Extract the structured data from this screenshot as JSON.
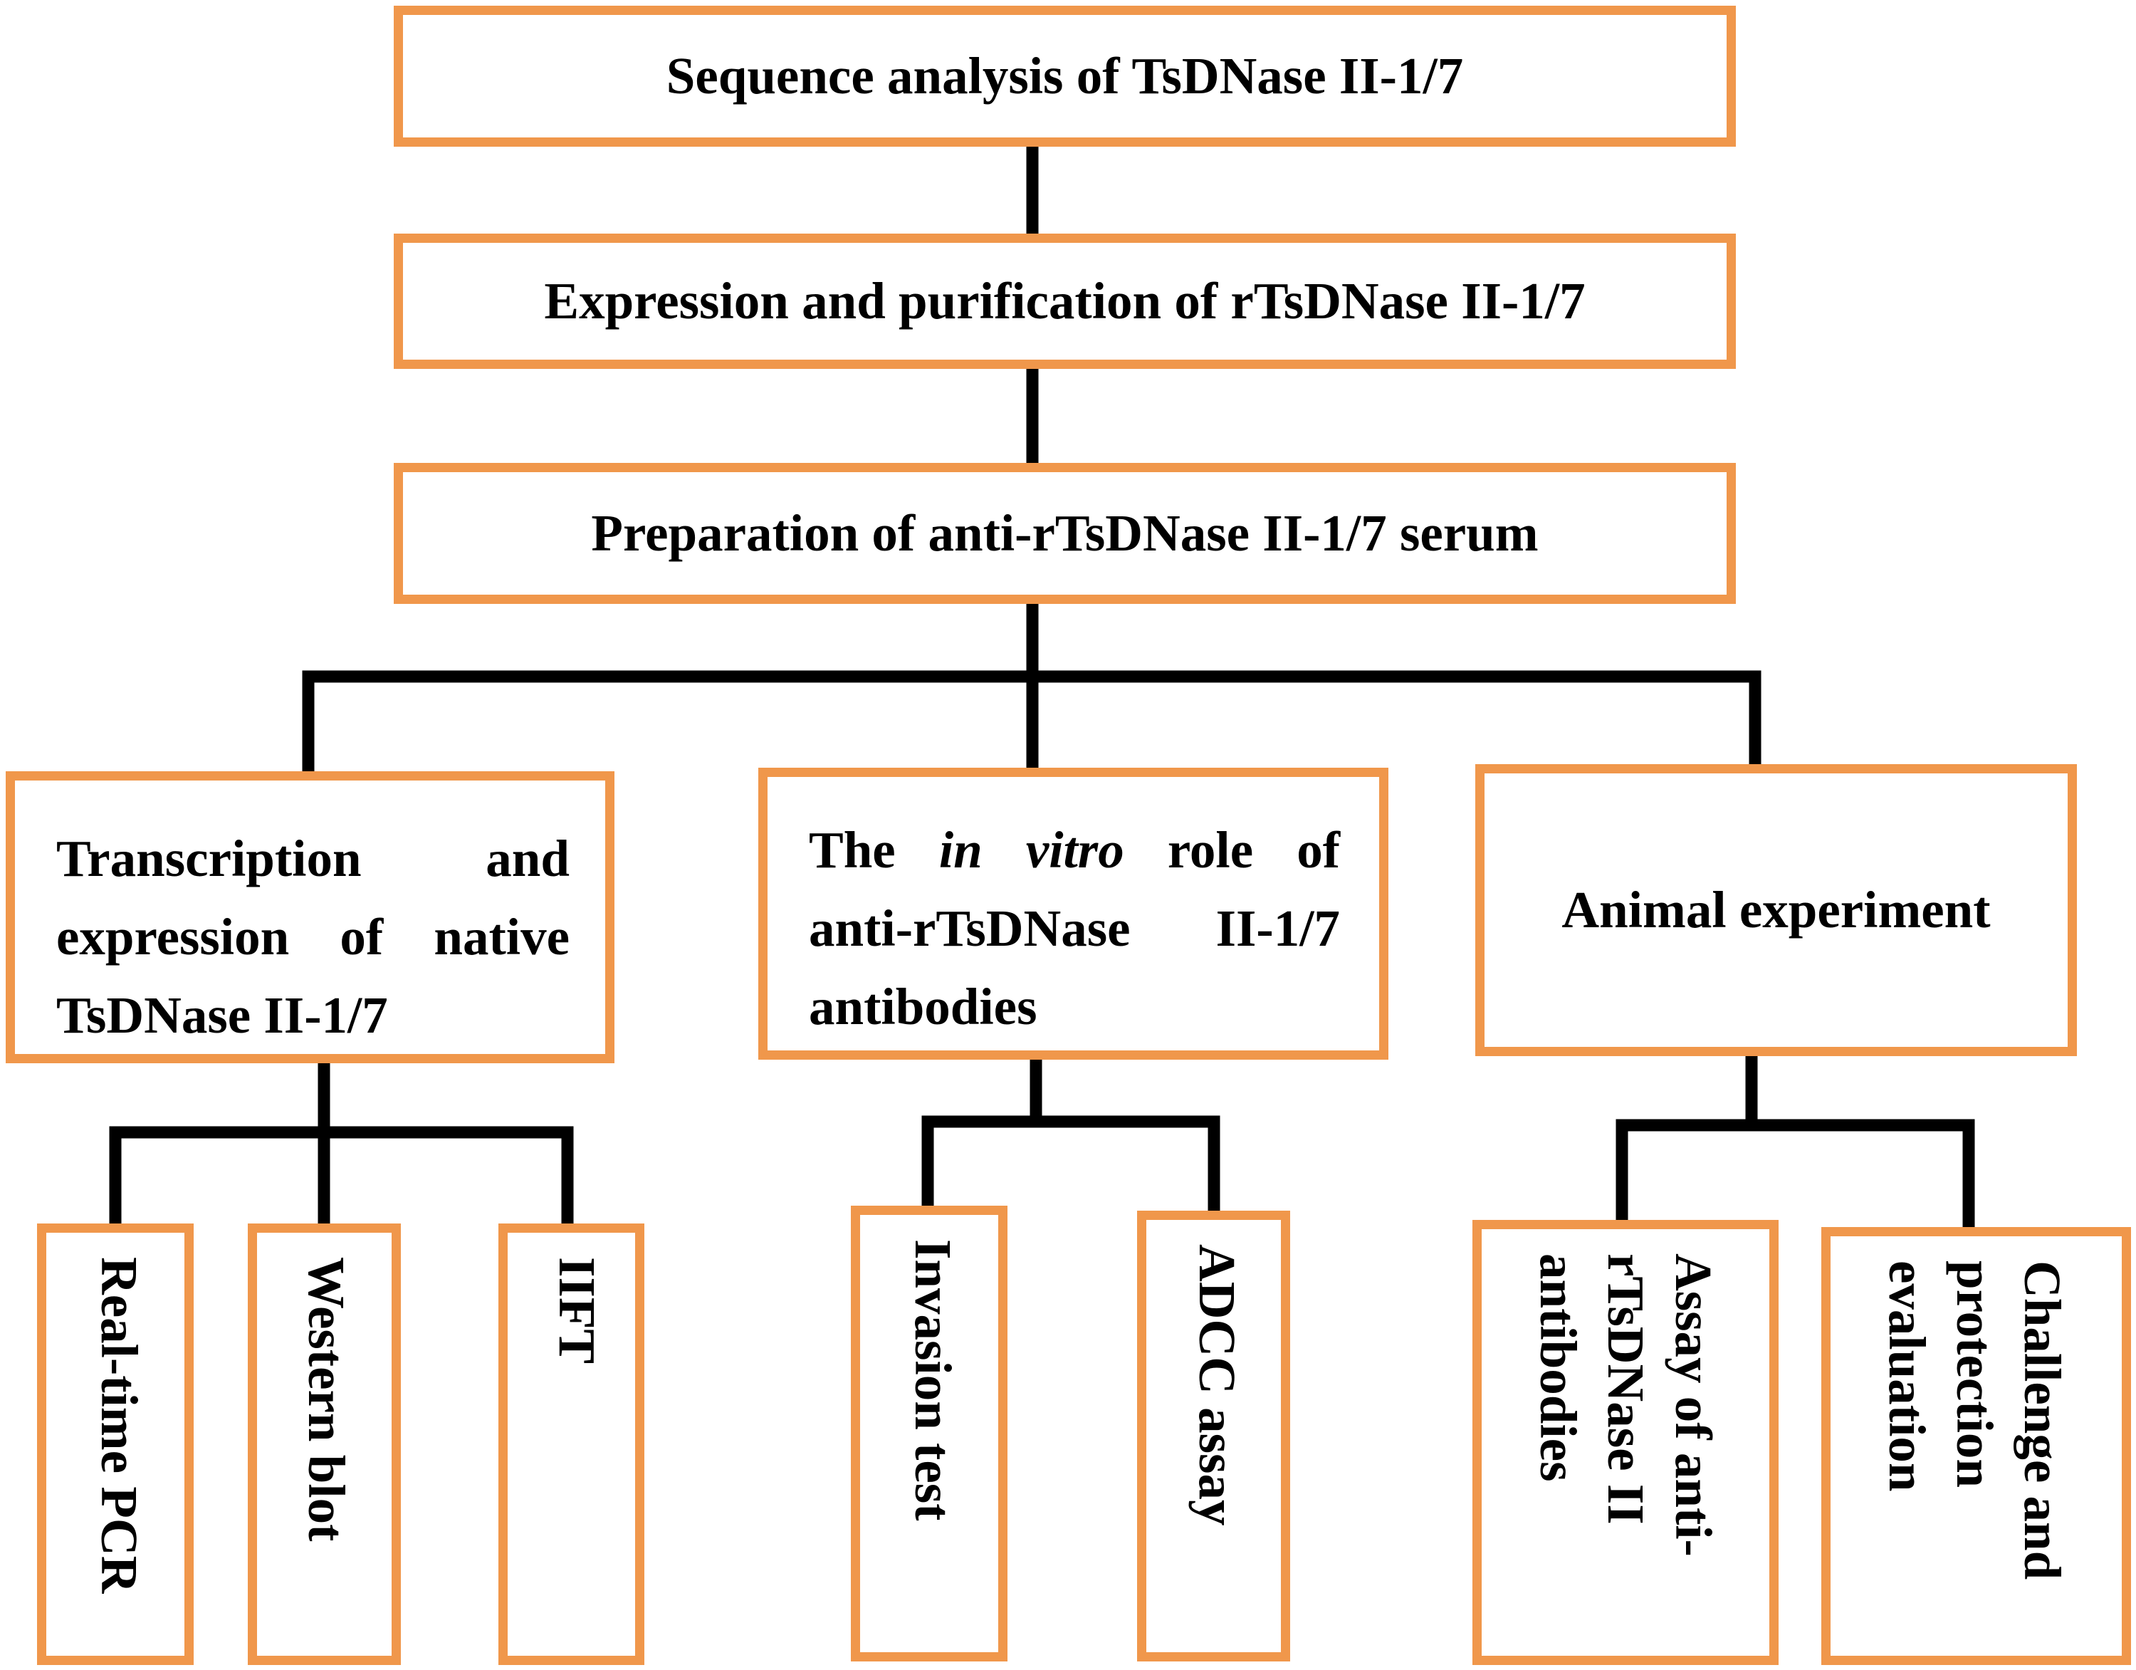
{
  "colors": {
    "box_border": "#f0974b",
    "connector": "#000000",
    "text": "#000000"
  },
  "steps": {
    "sequence": "Sequence analysis of TsDNase II-1/7",
    "expression": "Expression and purification of rTsDNase II-1/7",
    "serum": "Preparation of anti-rTsDNase II-1/7 serum"
  },
  "branches": {
    "transcription": {
      "line1": "Transcription and",
      "line2": "expression of native",
      "line3": "TsDNase II-1/7"
    },
    "in_vitro": {
      "line1_a": "The",
      "line1_b": "in vitro",
      "line1_c": "role of",
      "line2": "anti-rTsDNase II-1/7",
      "line3": "antibodies"
    },
    "animal": "Animal experiment"
  },
  "leaves": {
    "realtime_pcr": "Real-time PCR",
    "western_blot": "Western blot",
    "iift": "IIFT",
    "invasion_test": "Invasion test",
    "adcc_assay": "ADCC assay",
    "assay_antibodies": {
      "line1": "Assay of anti-",
      "line2": "rTsDNase II",
      "line3": "antibodies"
    },
    "challenge": {
      "line1": "Challenge and",
      "line2": "protection",
      "line3": "evaluation"
    }
  }
}
